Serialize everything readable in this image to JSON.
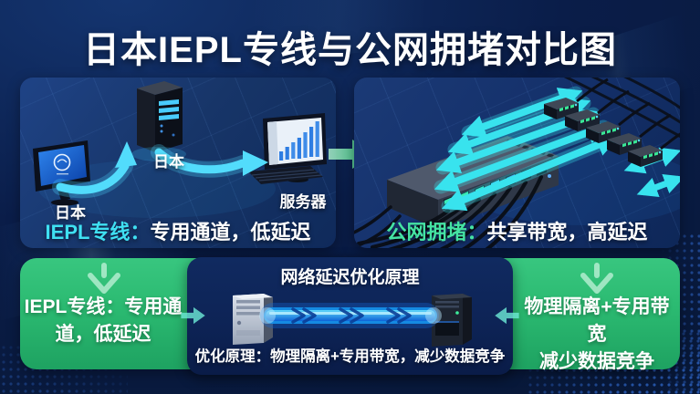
{
  "title": "日本IEPL专线与公网拥堵对比图",
  "panels": {
    "iepl": {
      "client_label": "日本",
      "relay_label": "日本",
      "server_label": "服务器",
      "caption_label": "IEPL专线：",
      "caption_text": "专用通道，低延迟"
    },
    "public": {
      "caption_label": "公网拥堵：",
      "caption_text": "共享带宽，高延迟"
    }
  },
  "bottom": {
    "left_card": {
      "line1": "IEPL专线：专用通",
      "line2": "道，低延迟"
    },
    "center_card": {
      "title": "网络延迟优化原理",
      "caption_label": "优化原理：",
      "caption_text": "物理隔离+专用带宽，减少数据竞争"
    },
    "right_card": {
      "line1": "物理隔离+专用带宽",
      "line2": "减少数据竞争"
    }
  },
  "icons": {
    "connector_arrow": "→",
    "down_arrow": "↓",
    "flow_arrow_right": "→",
    "flow_arrow_left": "←"
  },
  "colors": {
    "bg_navy": "#0a1d49",
    "panel_blue": "#16336c",
    "card_navy": "#0d2355",
    "band_green": "#2bba71",
    "cyan_text": "#3fe0f2",
    "green_text": "#45e3a3",
    "arrow_cyan": "#38dff0",
    "text_white": "#ffffff"
  }
}
